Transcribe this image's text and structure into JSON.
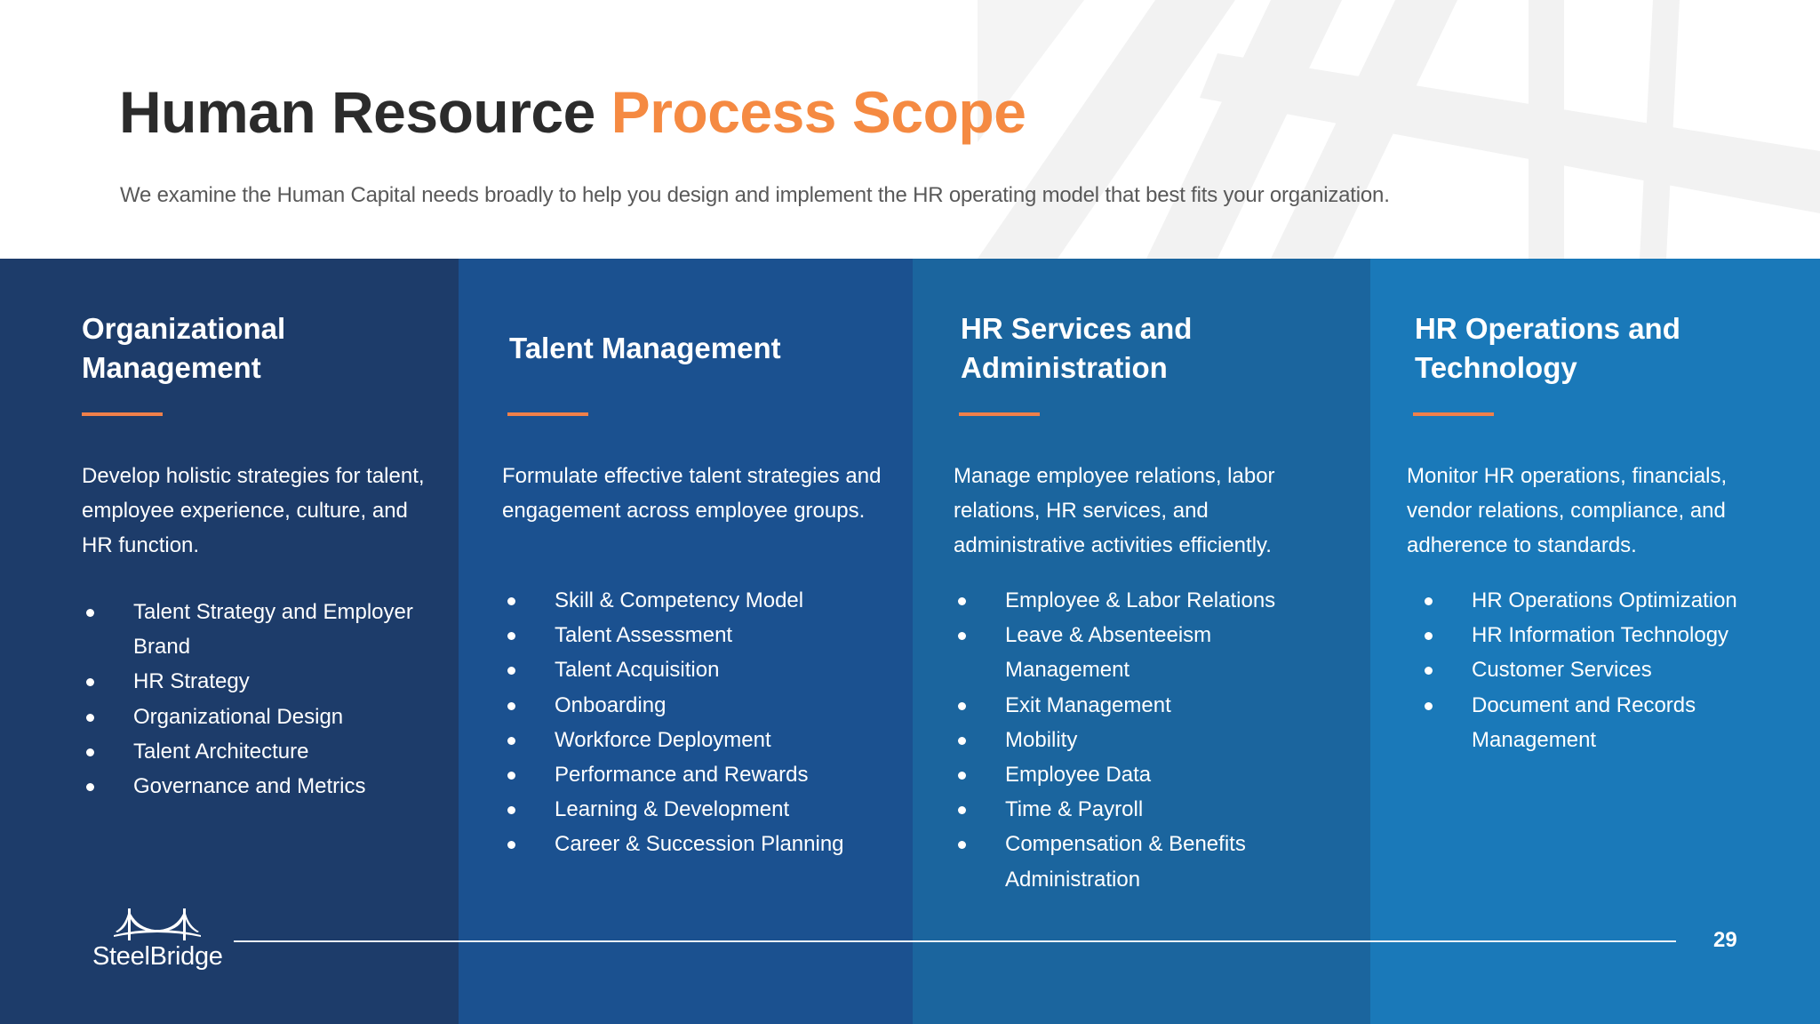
{
  "header": {
    "title_main": "Human Resource",
    "title_accent": "Process Scope",
    "subtitle": "We examine the Human Capital needs broadly to help you design and implement the HR operating model that best fits your organization."
  },
  "colors": {
    "title": "#2b2b2b",
    "accent": "#f58a42",
    "subtitle": "#595959",
    "column_1": "#1d3c6a",
    "column_2": "#1b5190",
    "column_3": "#1b659e",
    "column_4": "#1a79b9",
    "underline": "#f0804a"
  },
  "columns": [
    {
      "title_line1": "Organizational",
      "title_line2": "Management",
      "description": "Develop holistic strategies for talent, employee experience, culture, and HR function.",
      "items": [
        "Talent Strategy and Employer Brand",
        "HR Strategy",
        "Organizational Design",
        "Talent Architecture",
        "Governance and Metrics"
      ]
    },
    {
      "title_line1": "Talent Management",
      "title_line2": "",
      "description": "Formulate effective talent strategies and engagement across employee groups.",
      "items": [
        "Skill & Competency Model",
        "Talent Assessment",
        "Talent Acquisition",
        "Onboarding",
        "Workforce Deployment",
        "Performance and Rewards",
        "Learning & Development",
        "Career & Succession Planning"
      ]
    },
    {
      "title_line1": "HR Services and",
      "title_line2": "Administration",
      "description": "Manage employee relations, labor relations, HR services, and administrative activities efficiently.",
      "items": [
        "Employee & Labor Relations",
        "Leave & Absenteeism Management",
        "Exit Management",
        "Mobility",
        "Employee Data",
        "Time & Payroll",
        "Compensation & Benefits Administration"
      ]
    },
    {
      "title_line1": "HR Operations and",
      "title_line2": "Technology",
      "description": "Monitor HR operations, financials, vendor relations, compliance, and adherence to standards.",
      "items": [
        "HR Operations Optimization",
        "HR Information Technology",
        "Customer Services",
        "Document and Records Management"
      ]
    }
  ],
  "footer": {
    "logo_text": "SteelBridge",
    "logo_icon": "bridge-icon",
    "page_number": "29"
  }
}
